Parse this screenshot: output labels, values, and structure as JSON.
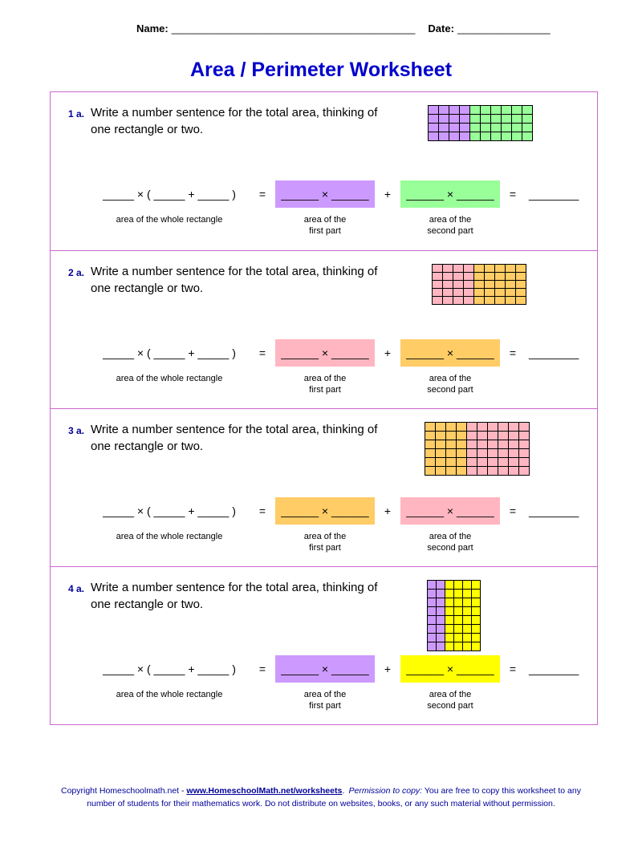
{
  "page": {
    "name_label": "Name:",
    "name_blank": "__________________________________________",
    "date_label": "Date:",
    "date_blank": "________________",
    "title": "Area / Perimeter Worksheet"
  },
  "shared": {
    "equation_left": "_____ × ( _____ + _____ )",
    "equals": "=",
    "plus": "+",
    "box_text": "______ × ______",
    "final_blank": "________",
    "label_whole": "area of the\nwhole rectangle",
    "label_first": "area of the\nfirst part",
    "label_second": "area of the\nsecond part"
  },
  "problems": [
    {
      "number": "1 a.",
      "prompt_line1": "Write a number sentence for the total area, thinking of",
      "prompt_line2": "one rectangle or two.",
      "grid": {
        "cols": 10,
        "rows": 4,
        "split": 4,
        "cw": 12,
        "ch": 10,
        "left_color": "#cc99ff",
        "right_color": "#99ff99"
      },
      "box1_color": "#cc99ff",
      "box2_color": "#99ff99"
    },
    {
      "number": "2 a.",
      "prompt_line1": "Write a number sentence for the total area, thinking of",
      "prompt_line2": "one rectangle or two.",
      "grid": {
        "cols": 9,
        "rows": 5,
        "split": 4,
        "cw": 12,
        "ch": 9,
        "left_color": "#ffb6c1",
        "right_color": "#ffcc66"
      },
      "box1_color": "#ffb6c1",
      "box2_color": "#ffcc66"
    },
    {
      "number": "3 a.",
      "prompt_line1": "Write a number sentence for the total area, thinking of",
      "prompt_line2": "one rectangle or two.",
      "grid": {
        "cols": 10,
        "rows": 6,
        "split": 4,
        "cw": 12,
        "ch": 10,
        "left_color": "#ffcc66",
        "right_color": "#ffb6c1"
      },
      "box1_color": "#ffcc66",
      "box2_color": "#ffb6c1"
    },
    {
      "number": "4 a.",
      "prompt_line1": "Write a number sentence for the total area, thinking of",
      "prompt_line2": "one rectangle or two.",
      "grid": {
        "cols": 6,
        "rows": 8,
        "split": 2,
        "cw": 10,
        "ch": 10,
        "left_color": "#cc99ff",
        "right_color": "#ffff00"
      },
      "box1_color": "#cc99ff",
      "box2_color": "#ffff00"
    }
  ],
  "footer": {
    "copyright_prefix": "Copyright Homeschoolmath.net - ",
    "link": "www.HomeschoolMath.net/worksheets",
    "after_link": ". ",
    "permission_label": "Permission to copy:",
    "permission_text": " You are free to copy this worksheet to any",
    "line2": "number of students for their mathematics work. Do not distribute on websites, books, or any such material without permission."
  }
}
